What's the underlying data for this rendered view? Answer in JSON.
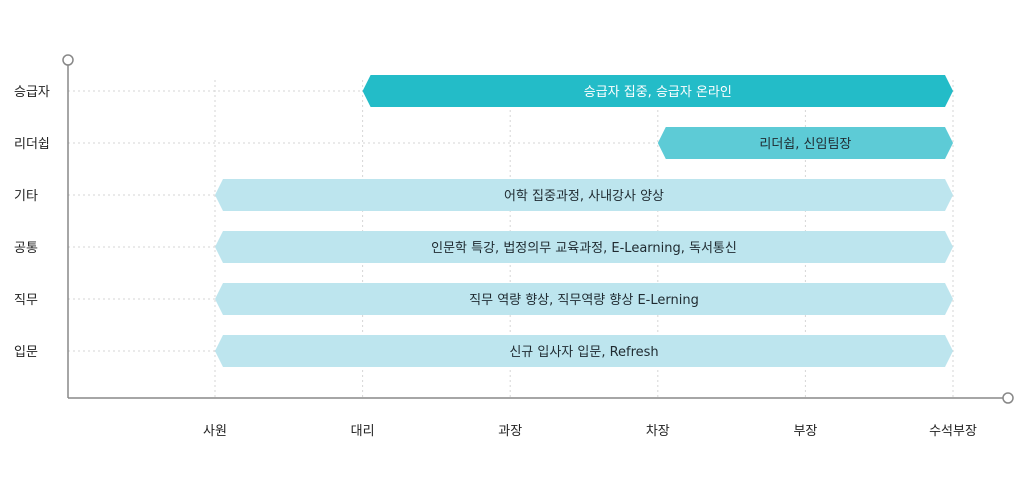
{
  "chart_data": {
    "type": "bar",
    "orientation": "horizontal-range",
    "title": "",
    "xlabel": "",
    "ylabel": "",
    "x_categories": [
      "사원",
      "대리",
      "과장",
      "차장",
      "부장",
      "수석부장"
    ],
    "y_categories": [
      "승급자",
      "리더쉽",
      "기타",
      "공통",
      "직무",
      "입문"
    ],
    "grid": true,
    "bars": [
      {
        "row": "승급자",
        "start": "대리",
        "end": "수석부장",
        "label": "승급자 집중, 승급자 온라인",
        "color": "#23bcc8",
        "text_color": "#ffffff"
      },
      {
        "row": "리더쉽",
        "start": "차장",
        "end": "수석부장",
        "label": "리더쉽, 신임팀장",
        "color": "#5dcbd6",
        "text_color": "#1f2a30"
      },
      {
        "row": "기타",
        "start": "사원",
        "end": "수석부장",
        "label": "어학 집중과정, 사내강사 양상",
        "color": "#bde5ee",
        "text_color": "#1f2a30"
      },
      {
        "row": "공통",
        "start": "사원",
        "end": "수석부장",
        "label": "인문학 특강, 법정의무 교육과정, E-Learning, 독서통신",
        "color": "#bde5ee",
        "text_color": "#1f2a30"
      },
      {
        "row": "직무",
        "start": "사원",
        "end": "수석부장",
        "label": "직무 역량 향상, 직무역량 향상 E-Lerning",
        "color": "#bde5ee",
        "text_color": "#1f2a30"
      },
      {
        "row": "입문",
        "start": "사원",
        "end": "수석부장",
        "label": "신규 입사자 입문, Refresh",
        "color": "#bde5ee",
        "text_color": "#1f2a30"
      }
    ]
  }
}
